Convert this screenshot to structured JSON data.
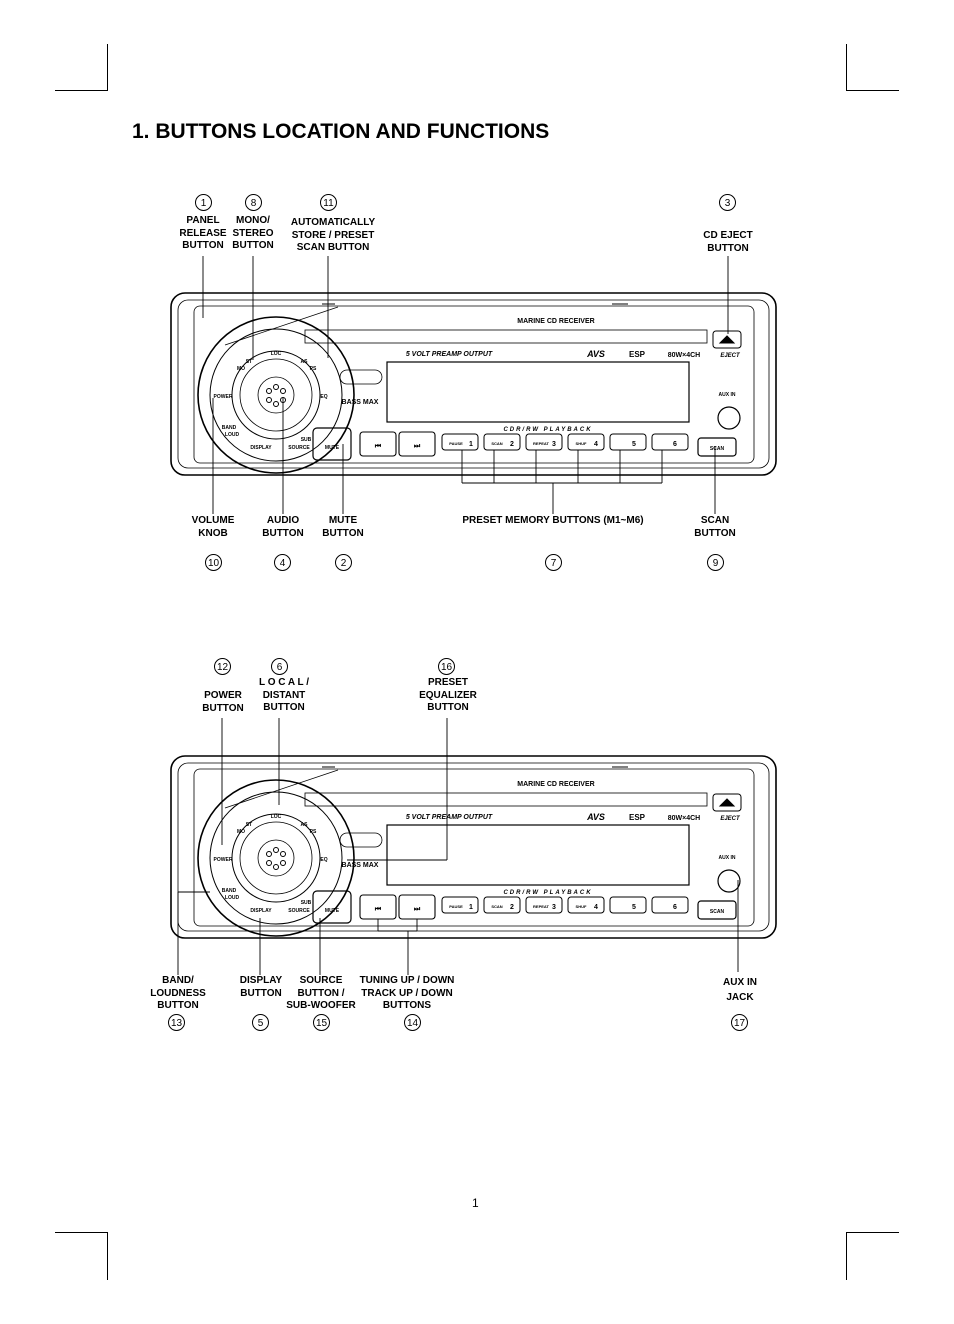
{
  "title": "1. BUTTONS LOCATION AND FUNCTIONS",
  "page_number": "1",
  "device": {
    "model_text": "MARINE CD RECEIVER",
    "preamp_text": "5 VOLT PREAMP OUTPUT",
    "logo_avs": "AVS",
    "logo_esp": "ESP",
    "logo_power": "80W×4CH",
    "eject": "EJECT",
    "aux_in": "AUX IN",
    "playback_text": "CDR/RW PLAYBACK",
    "bass_max": "BASS MAX",
    "knob": {
      "loc": "LOC",
      "st": "ST",
      "mo": "MO",
      "as": "AS",
      "ps": "PS",
      "power": "POWER",
      "eq": "EQ",
      "band": "BAND",
      "loud": "LOUD",
      "display": "DISPLAY",
      "sub": "SUB",
      "source": "SOURCE"
    },
    "mute": "MUTE",
    "presets": [
      {
        "tag": "PAUSE",
        "num": "1"
      },
      {
        "tag": "SCAN",
        "num": "2"
      },
      {
        "tag": "REPEAT",
        "num": "3"
      },
      {
        "tag": "SHUF",
        "num": "4"
      },
      {
        "tag": "",
        "num": "5"
      },
      {
        "tag": "",
        "num": "6"
      }
    ],
    "scan": "SCAN"
  },
  "diagram1": {
    "top": [
      {
        "num": "1",
        "label": "PANEL\nRELEASE\nBUTTON"
      },
      {
        "num": "8",
        "label": "MONO/\nSTEREO\nBUTTON"
      },
      {
        "num": "11",
        "label": "AUTOMATICALLY\nSTORE / PRESET\nSCAN BUTTON"
      },
      {
        "num": "3",
        "label": "CD EJECT\nBUTTON"
      }
    ],
    "bottom": [
      {
        "num": "10",
        "label": "VOLUME\nKNOB"
      },
      {
        "num": "4",
        "label": "AUDIO\nBUTTON"
      },
      {
        "num": "2",
        "label": "MUTE\nBUTTON"
      },
      {
        "num": "7",
        "label": "PRESET MEMORY BUTTONS (M1~M6)"
      },
      {
        "num": "9",
        "label": "SCAN\nBUTTON"
      }
    ]
  },
  "diagram2": {
    "top": [
      {
        "num": "12",
        "label": "POWER\nBUTTON"
      },
      {
        "num": "6",
        "label": "L O C A L /\nDISTANT\nBUTTON"
      },
      {
        "num": "16",
        "label": "PRESET\nEQUALIZER\nBUTTON"
      }
    ],
    "bottom": [
      {
        "num": "13",
        "label": "BAND/\nLOUDNESS\nBUTTON"
      },
      {
        "num": "5",
        "label": "DISPLAY\nBUTTON"
      },
      {
        "num": "15",
        "label": "SOURCE\nBUTTON /\nSUB-WOOFER"
      },
      {
        "num": "14",
        "label": "TUNING UP / DOWN\nTRACK UP / DOWN\nBUTTONS"
      },
      {
        "num": "17",
        "label": "AUX IN\nJACK"
      }
    ]
  }
}
